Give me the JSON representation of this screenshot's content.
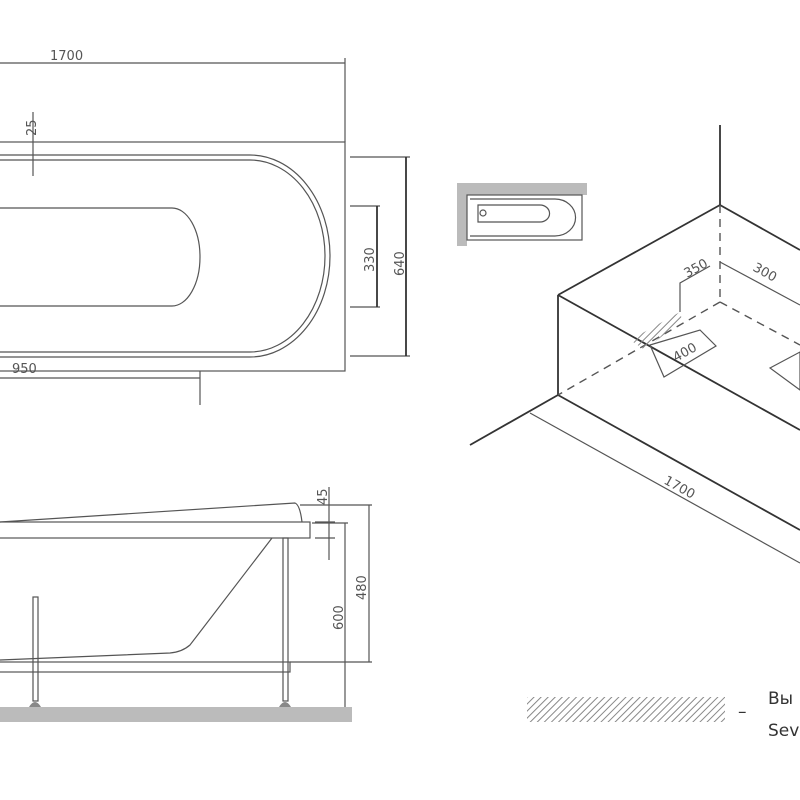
{
  "top_view": {
    "length_label": "1700",
    "rim_label": "25",
    "drain_offset_label": "950",
    "basin_width_label": "330",
    "width_label": "640"
  },
  "side_view": {
    "rim_height_label": "45",
    "depth_label": "480",
    "height_label": "600"
  },
  "iso_view": {
    "drain_wall_offset_label": "350",
    "drain_side_offset_label": "300",
    "drain_zone_label": "400",
    "length_label": "1700"
  },
  "legend": {
    "dash": "–",
    "line1": "Вы",
    "line2": "Sev"
  },
  "colors": {
    "line": "#555555",
    "floor": "#bbbbbb",
    "hatch": "#999999"
  }
}
